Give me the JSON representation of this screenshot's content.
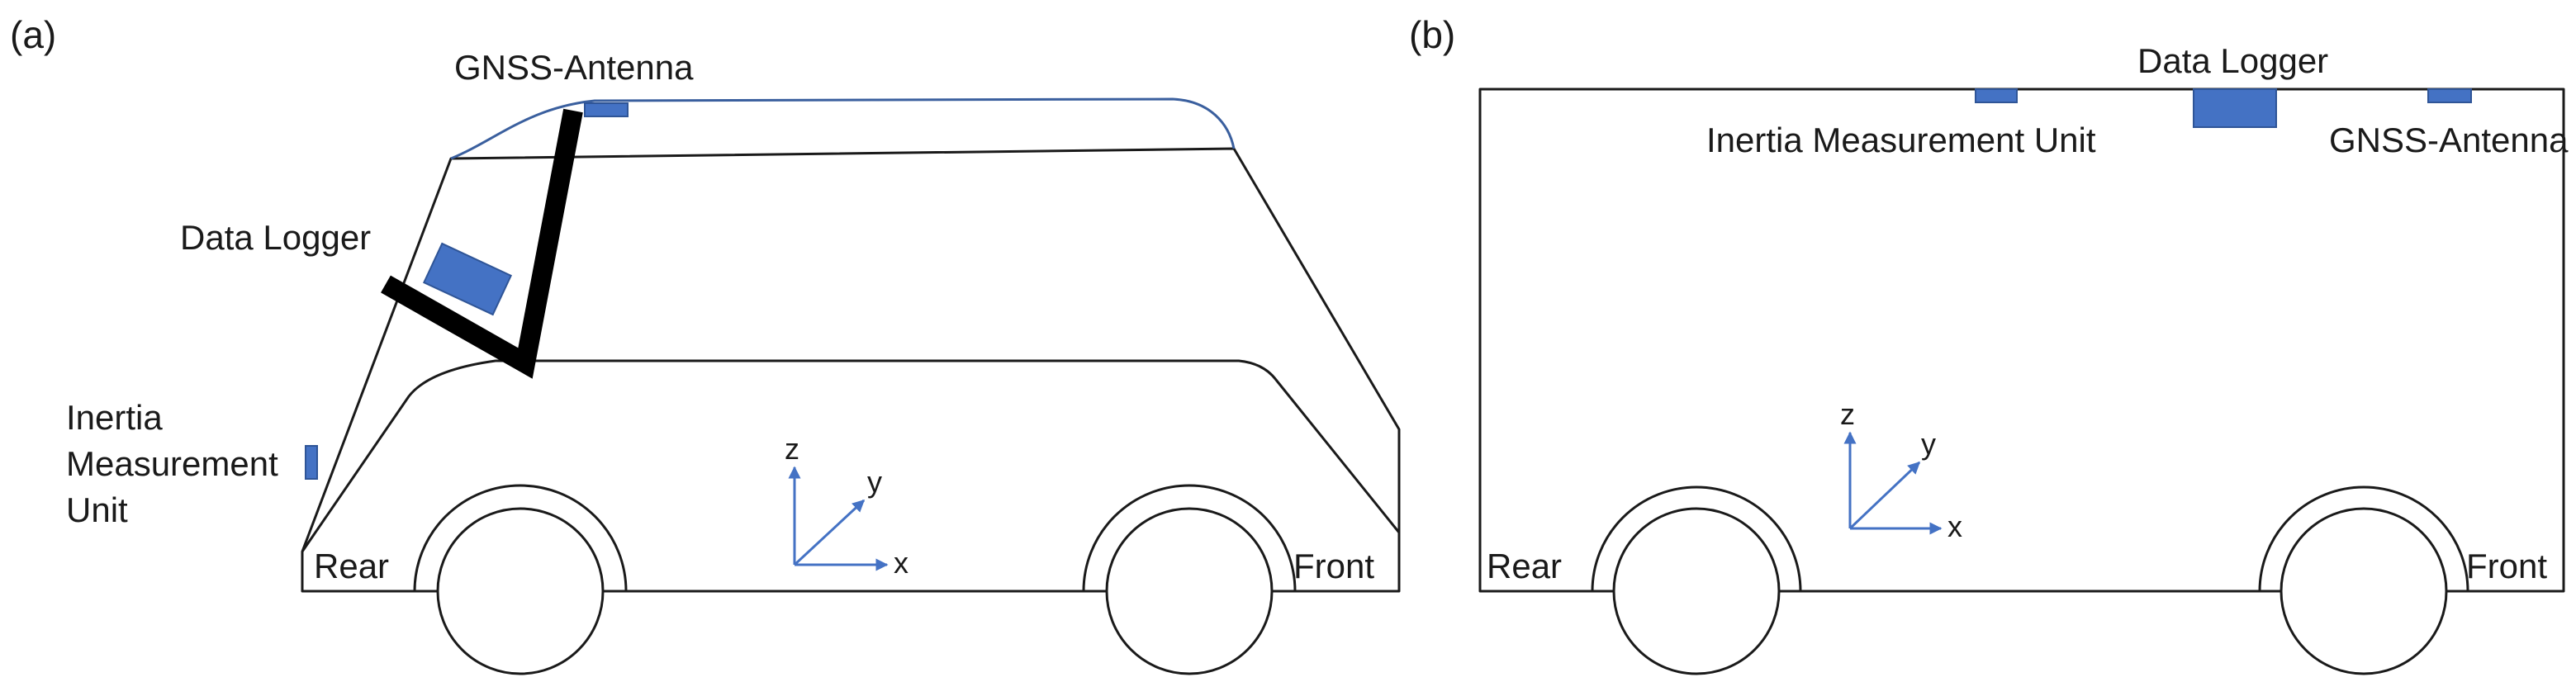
{
  "panel_a": {
    "tag": "(a)",
    "labels": {
      "gnss": "GNSS-Antenna",
      "logger": "Data Logger",
      "imu_1": "Inertia",
      "imu_2": "Measurement",
      "imu_3": "Unit",
      "rear": "Rear",
      "front": "Front"
    },
    "axes": {
      "x": "x",
      "y": "y",
      "z": "z"
    }
  },
  "panel_b": {
    "tag": "(b)",
    "labels": {
      "logger": "Data Logger",
      "imu": "Inertia Measurement Unit",
      "gnss": "GNSS-Antenna",
      "rear": "Rear",
      "front": "Front"
    },
    "axes": {
      "x": "x",
      "y": "y",
      "z": "z"
    }
  },
  "colors": {
    "device": "#4472c4",
    "outline": "#1a1a1a",
    "axis": "#4472c4"
  }
}
